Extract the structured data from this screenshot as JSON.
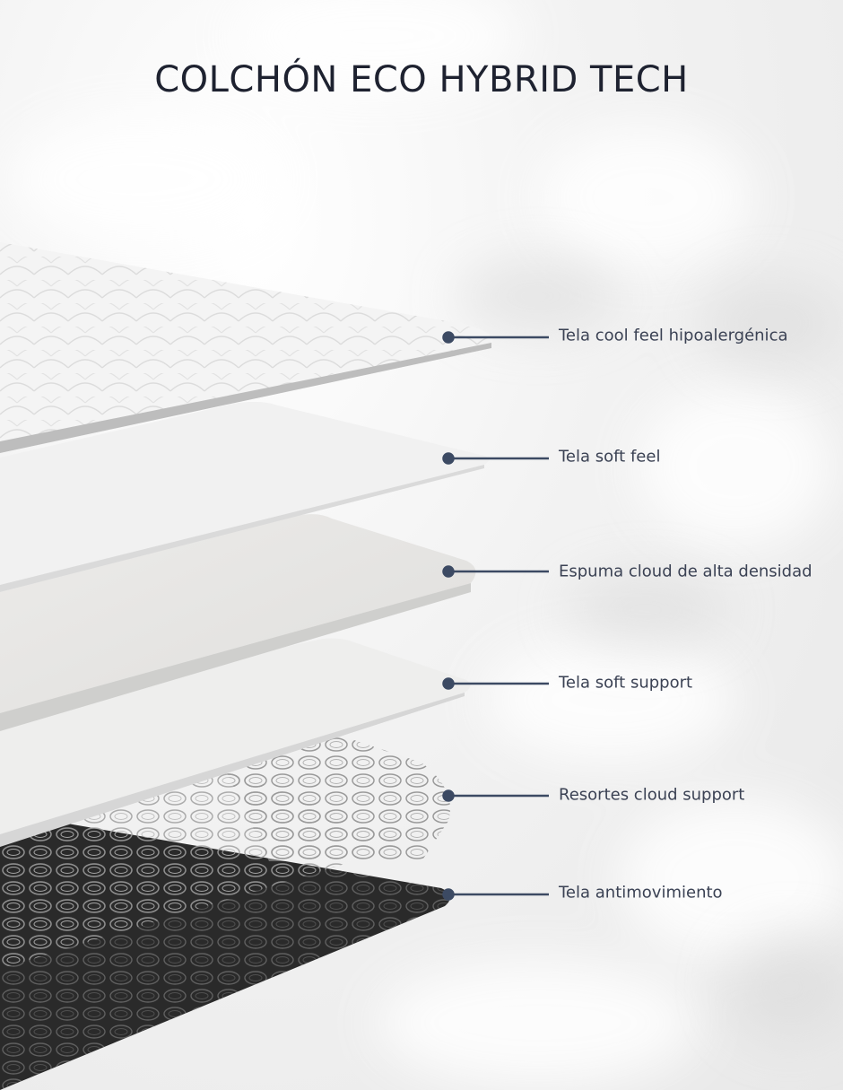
{
  "title": "COLCHÓN ECO HYBRID TECH",
  "colors": {
    "title_text": "#1e2230",
    "label_text": "#3b4254",
    "leader_line": "#3c4a63",
    "top_fabric": "#f4f4f4",
    "soft_feel": "#f1f1f1",
    "foam": "#e6e6e4",
    "soft_support": "#eeeeed",
    "springs": "#8a8a8a",
    "base_fabric": "#2a2a2a"
  },
  "layers": [
    {
      "label": "Tela cool feel hipoalergénica"
    },
    {
      "label": "Tela soft feel"
    },
    {
      "label": "Espuma cloud de alta densidad"
    },
    {
      "label": "Tela soft support"
    },
    {
      "label": "Resortes cloud support"
    },
    {
      "label": "Tela antimovimiento"
    }
  ]
}
